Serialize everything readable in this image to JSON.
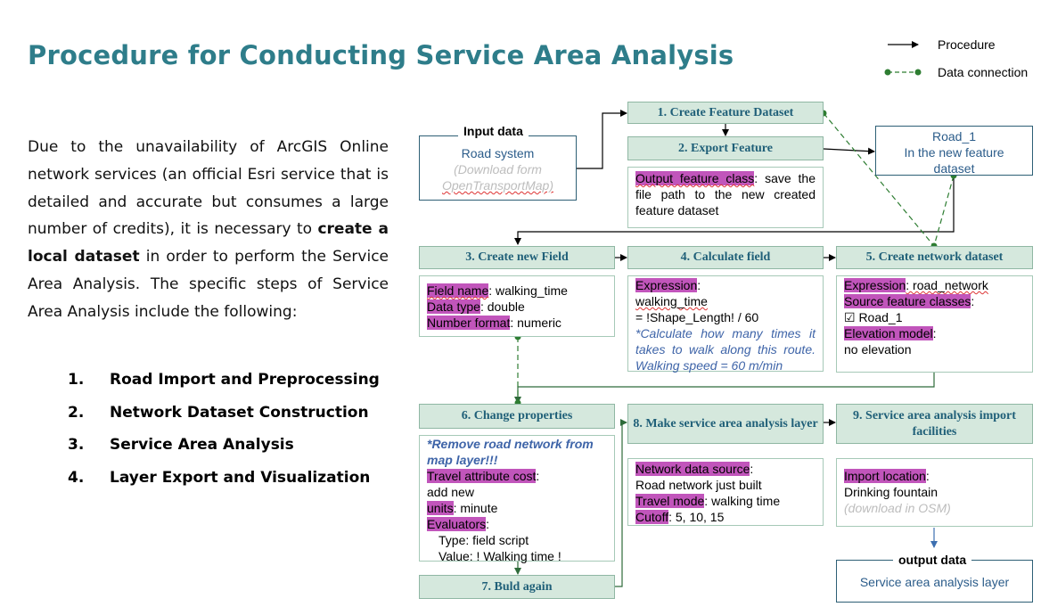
{
  "title": "Procedure for Conducting Service Area Analysis",
  "legend": {
    "procedure": "Procedure",
    "data_connection": "Data connection"
  },
  "intro": {
    "part1": "Due to the unavailability of ArcGIS Online network services (an official Esri service that is detailed and accurate but consumes a large number of credits), it is necessary to ",
    "bold": "create a local dataset",
    "part2": " in order to perform the Service Area Analysis. The specific steps of Service Area Analysis include the following:"
  },
  "steps": [
    {
      "num": "1.",
      "label": "Road Import and Preprocessing"
    },
    {
      "num": "2.",
      "label": "Network Dataset Construction"
    },
    {
      "num": "3.",
      "label": "Service Area Analysis"
    },
    {
      "num": "4.",
      "label": "Layer Export and Visualization"
    }
  ],
  "input": {
    "label": "Input data",
    "line1": "Road system",
    "line2": "(Download form",
    "line3": "OpenTransportMap)"
  },
  "road1": {
    "line1": "Road_1",
    "line2": "In the new feature",
    "line3": "dataset"
  },
  "boxes": {
    "b1": {
      "title": "1. Create Feature Dataset"
    },
    "b2": {
      "title": "2. Export Feature",
      "k1": "Output feature class",
      "t1a": ": save the",
      "t1b": "file path to the new created",
      "t1c": "feature dataset"
    },
    "b3": {
      "title": "3. Create new Field",
      "k1": "Field name",
      "v1": ": walking_time",
      "k2": "Data type",
      "v2": ": double",
      "k3": "Number format",
      "v3": ": numeric"
    },
    "b4": {
      "title": "4. Calculate field",
      "k1": "Expression",
      "v1": ":",
      "l2": "walking_time",
      "l3": "= !Shape_Length! / 60",
      "n1": "*Calculate how many times it",
      "n2": "takes to walk along this route.",
      "n3": "Walking speed = 60 m/min"
    },
    "b5": {
      "title": "5. Create network dataset",
      "k1": "Expression",
      "v1": ": road_network",
      "k2": "Source feature classes",
      "v2": ":",
      "l3": "☑ Road_1",
      "k4": "Elevation model",
      "v4": ":",
      "l5": "no elevation"
    },
    "b6": {
      "title": "6. Change properties",
      "n1": "*Remove road network from",
      "n2": "map layer!!!",
      "k1": "Travel attribute cost",
      "v1": ":",
      "l2": "add new",
      "k3": "units",
      "v3": ": minute",
      "k4": "Evaluators",
      "v4": ":",
      "l5": "Type: field script",
      "l6": "Value: ! Walking time !"
    },
    "b7": {
      "title": "7. Buld again"
    },
    "b8": {
      "title": "8. Make service area analysis layer",
      "k1": "Network data source",
      "v1": ":",
      "l2": "Road network just built",
      "k3": "Travel mode",
      "v3": ": walking time",
      "k4": "Cutoff",
      "v4": ": 5, 10, 15"
    },
    "b9": {
      "title": "9. Service area analysis import facilities",
      "k1": "Import location",
      "v1": ":",
      "l2": "Drinking fountain",
      "l3": "(download in OSM)"
    }
  },
  "output": {
    "label": "output data",
    "text": "Service area analysis layer"
  },
  "colors": {
    "title": "#2e7d8a",
    "header_fill": "#d5e8dd",
    "highlight": "#c155bb",
    "note": "#3e64a8",
    "data_connection": "#2e7d32"
  }
}
